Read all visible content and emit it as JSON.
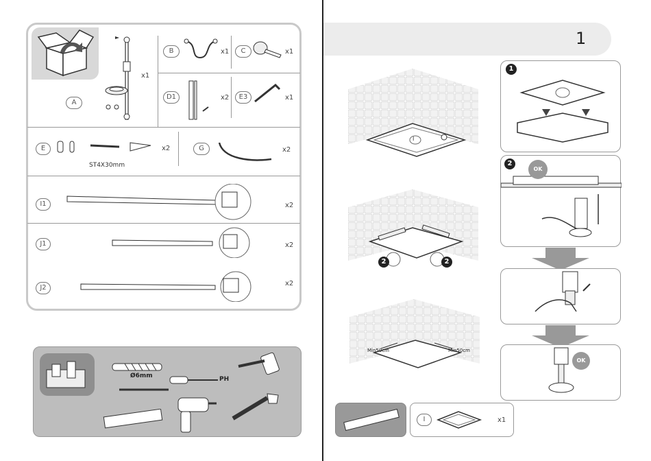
{
  "page_number": "1",
  "parts": {
    "A": {
      "label": "A",
      "qty": "x1"
    },
    "B": {
      "label": "B",
      "qty": "x1"
    },
    "C": {
      "label": "C",
      "qty": "x1"
    },
    "D1": {
      "label": "D1",
      "qty": "x2"
    },
    "E3": {
      "label": "E3",
      "qty": "x1"
    },
    "E": {
      "label": "E",
      "qty": "x2",
      "screw_spec": "ST4X30mm"
    },
    "G": {
      "label": "G",
      "qty": "x2"
    },
    "I1": {
      "label": "I1",
      "qty": "x2"
    },
    "J1": {
      "label": "J1",
      "qty": "x2"
    },
    "J2": {
      "label": "J2",
      "qty": "x2"
    }
  },
  "tools": {
    "drill_bit_size": "Ø6mm",
    "screwdriver_type": "PH"
  },
  "steps": {
    "step1_badge": "1",
    "step2_badge": "2",
    "ok_label": "OK",
    "marker_2": "2",
    "tray_label": "I",
    "min_left": "Min50cm",
    "min_right": "Min50cm"
  },
  "kit": {
    "label": "I",
    "qty": "x1"
  }
}
